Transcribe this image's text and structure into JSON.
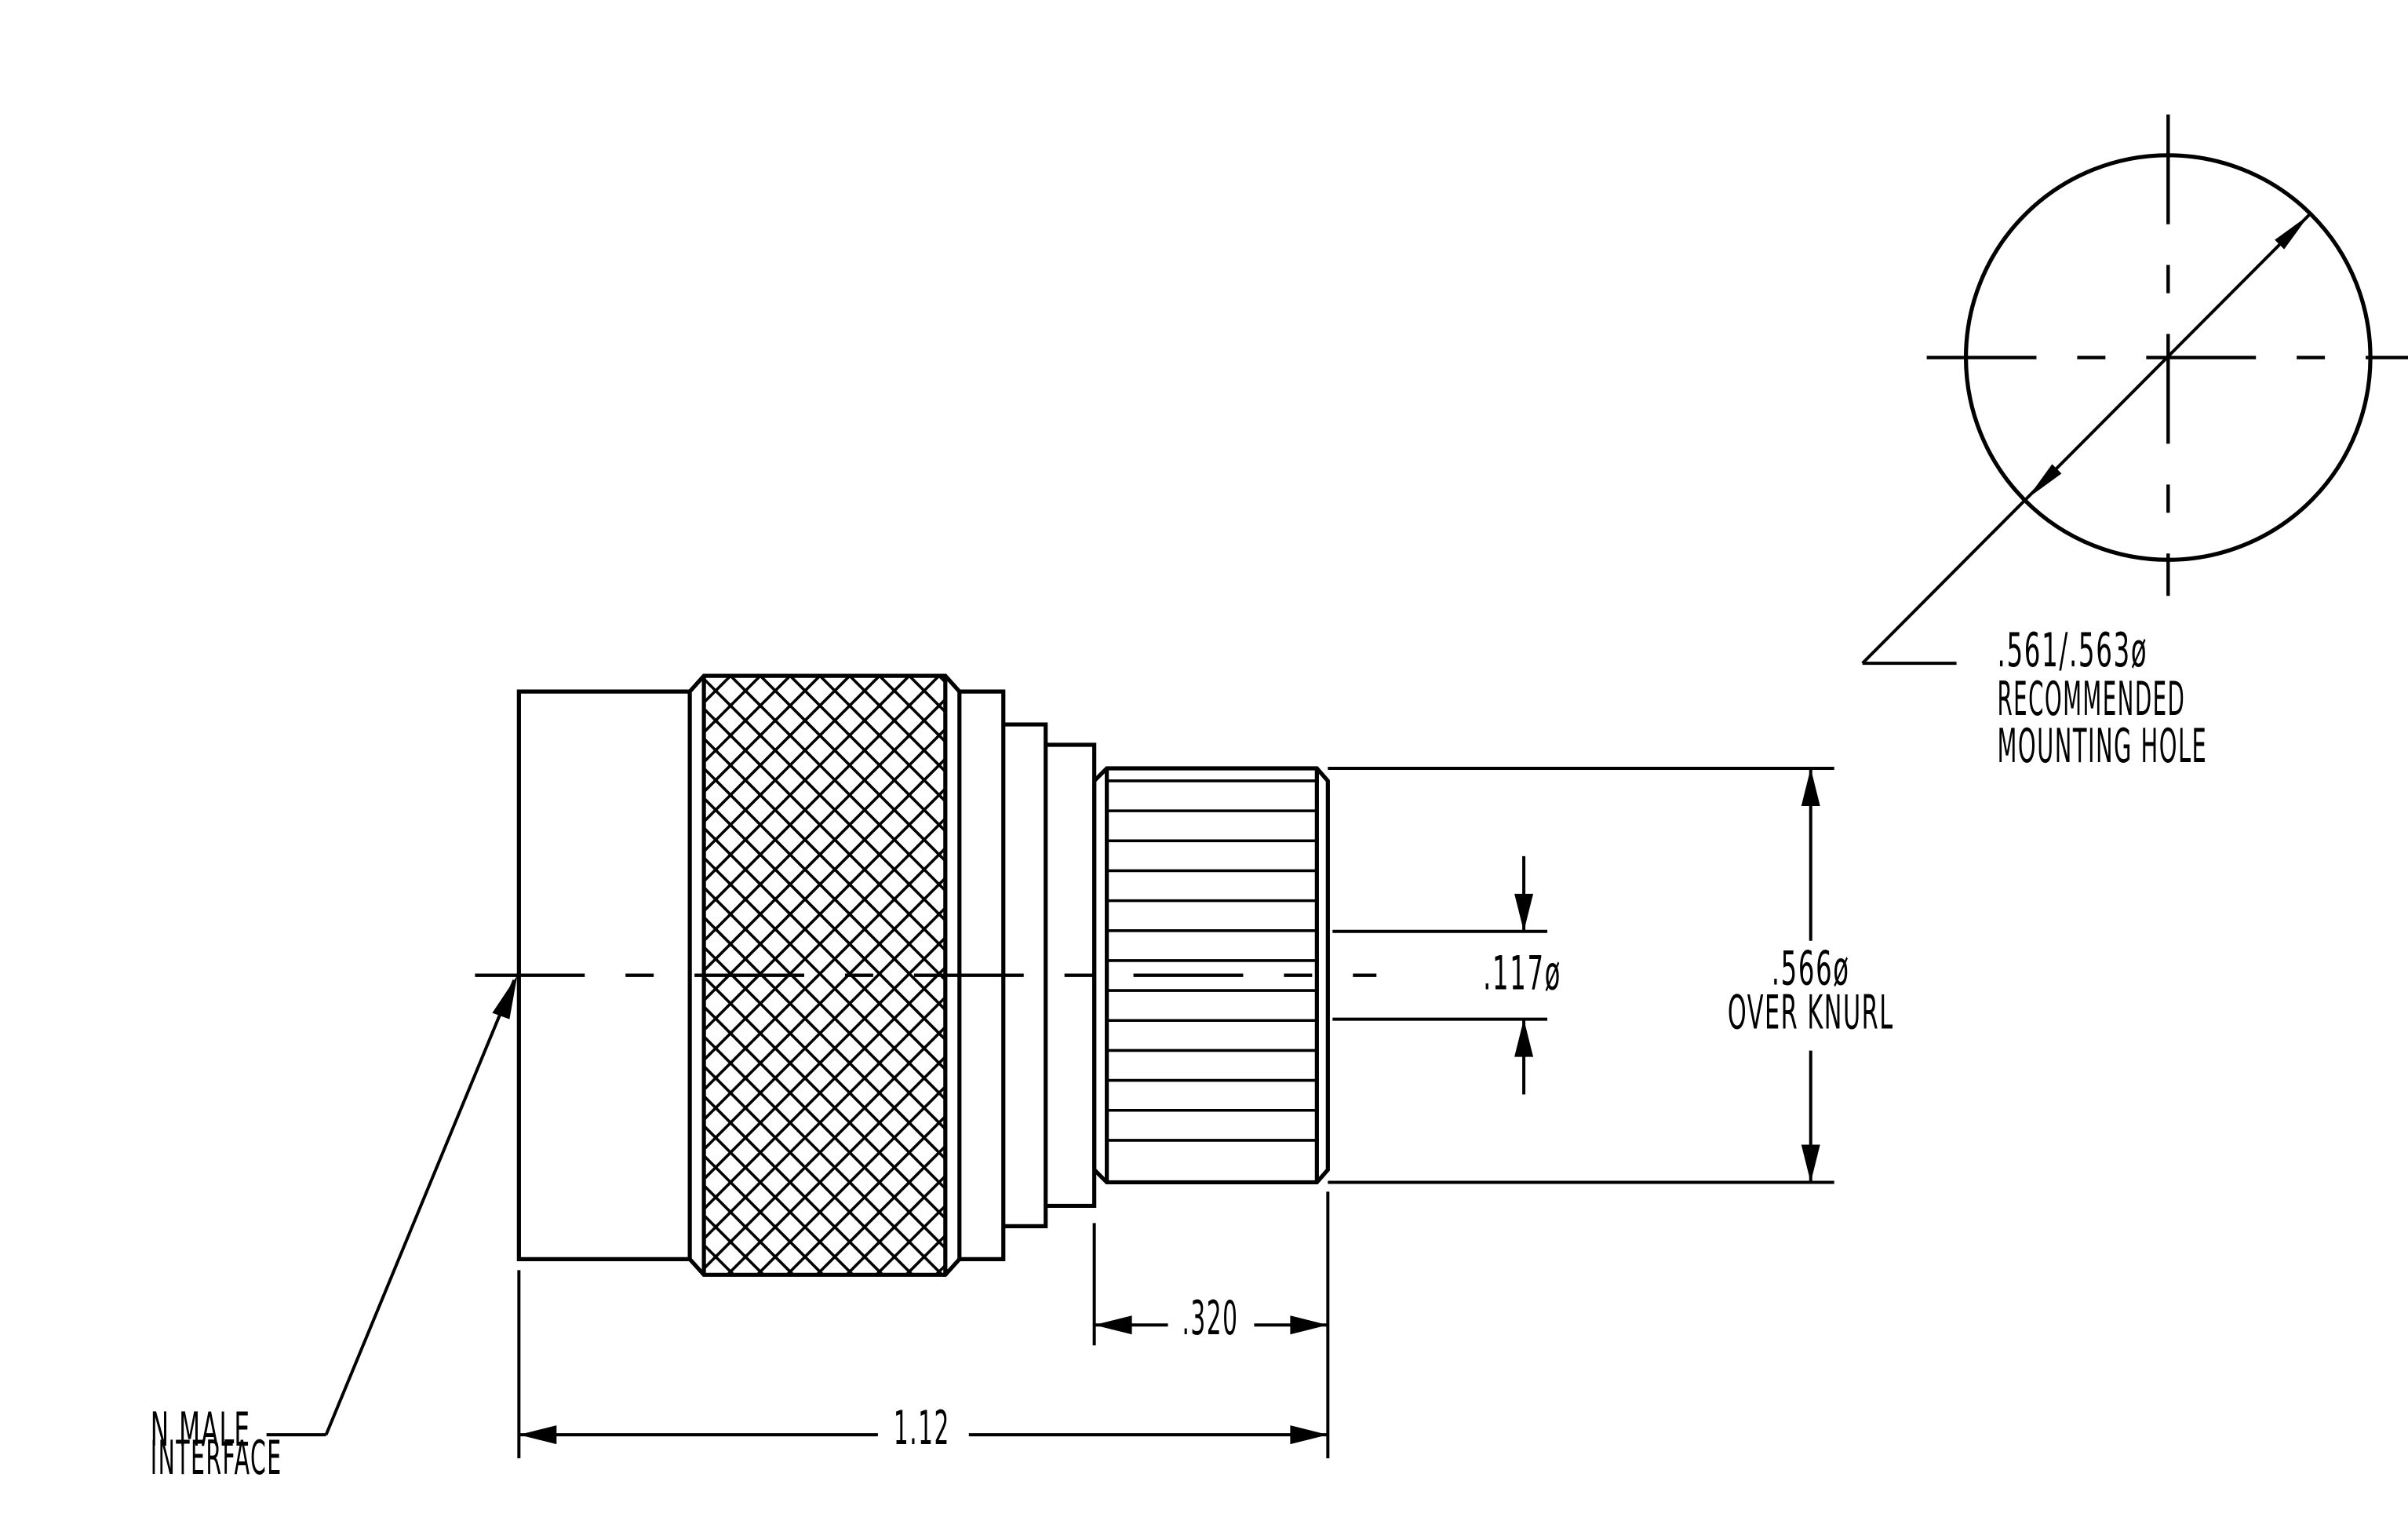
{
  "labels": {
    "mounting_hole_dim": ".561/.563ø",
    "mounting_hole_line2": "RECOMMENDED",
    "mounting_hole_line3": "MOUNTING HOLE",
    "pin_dia": ".117ø",
    "knurl_dia": ".566ø",
    "knurl_dia_note": "OVER KNURL",
    "knurl_length": ".320",
    "overall_length": "1.12",
    "interface_line1": "N MALE",
    "interface_line2": "INTERFACE"
  }
}
